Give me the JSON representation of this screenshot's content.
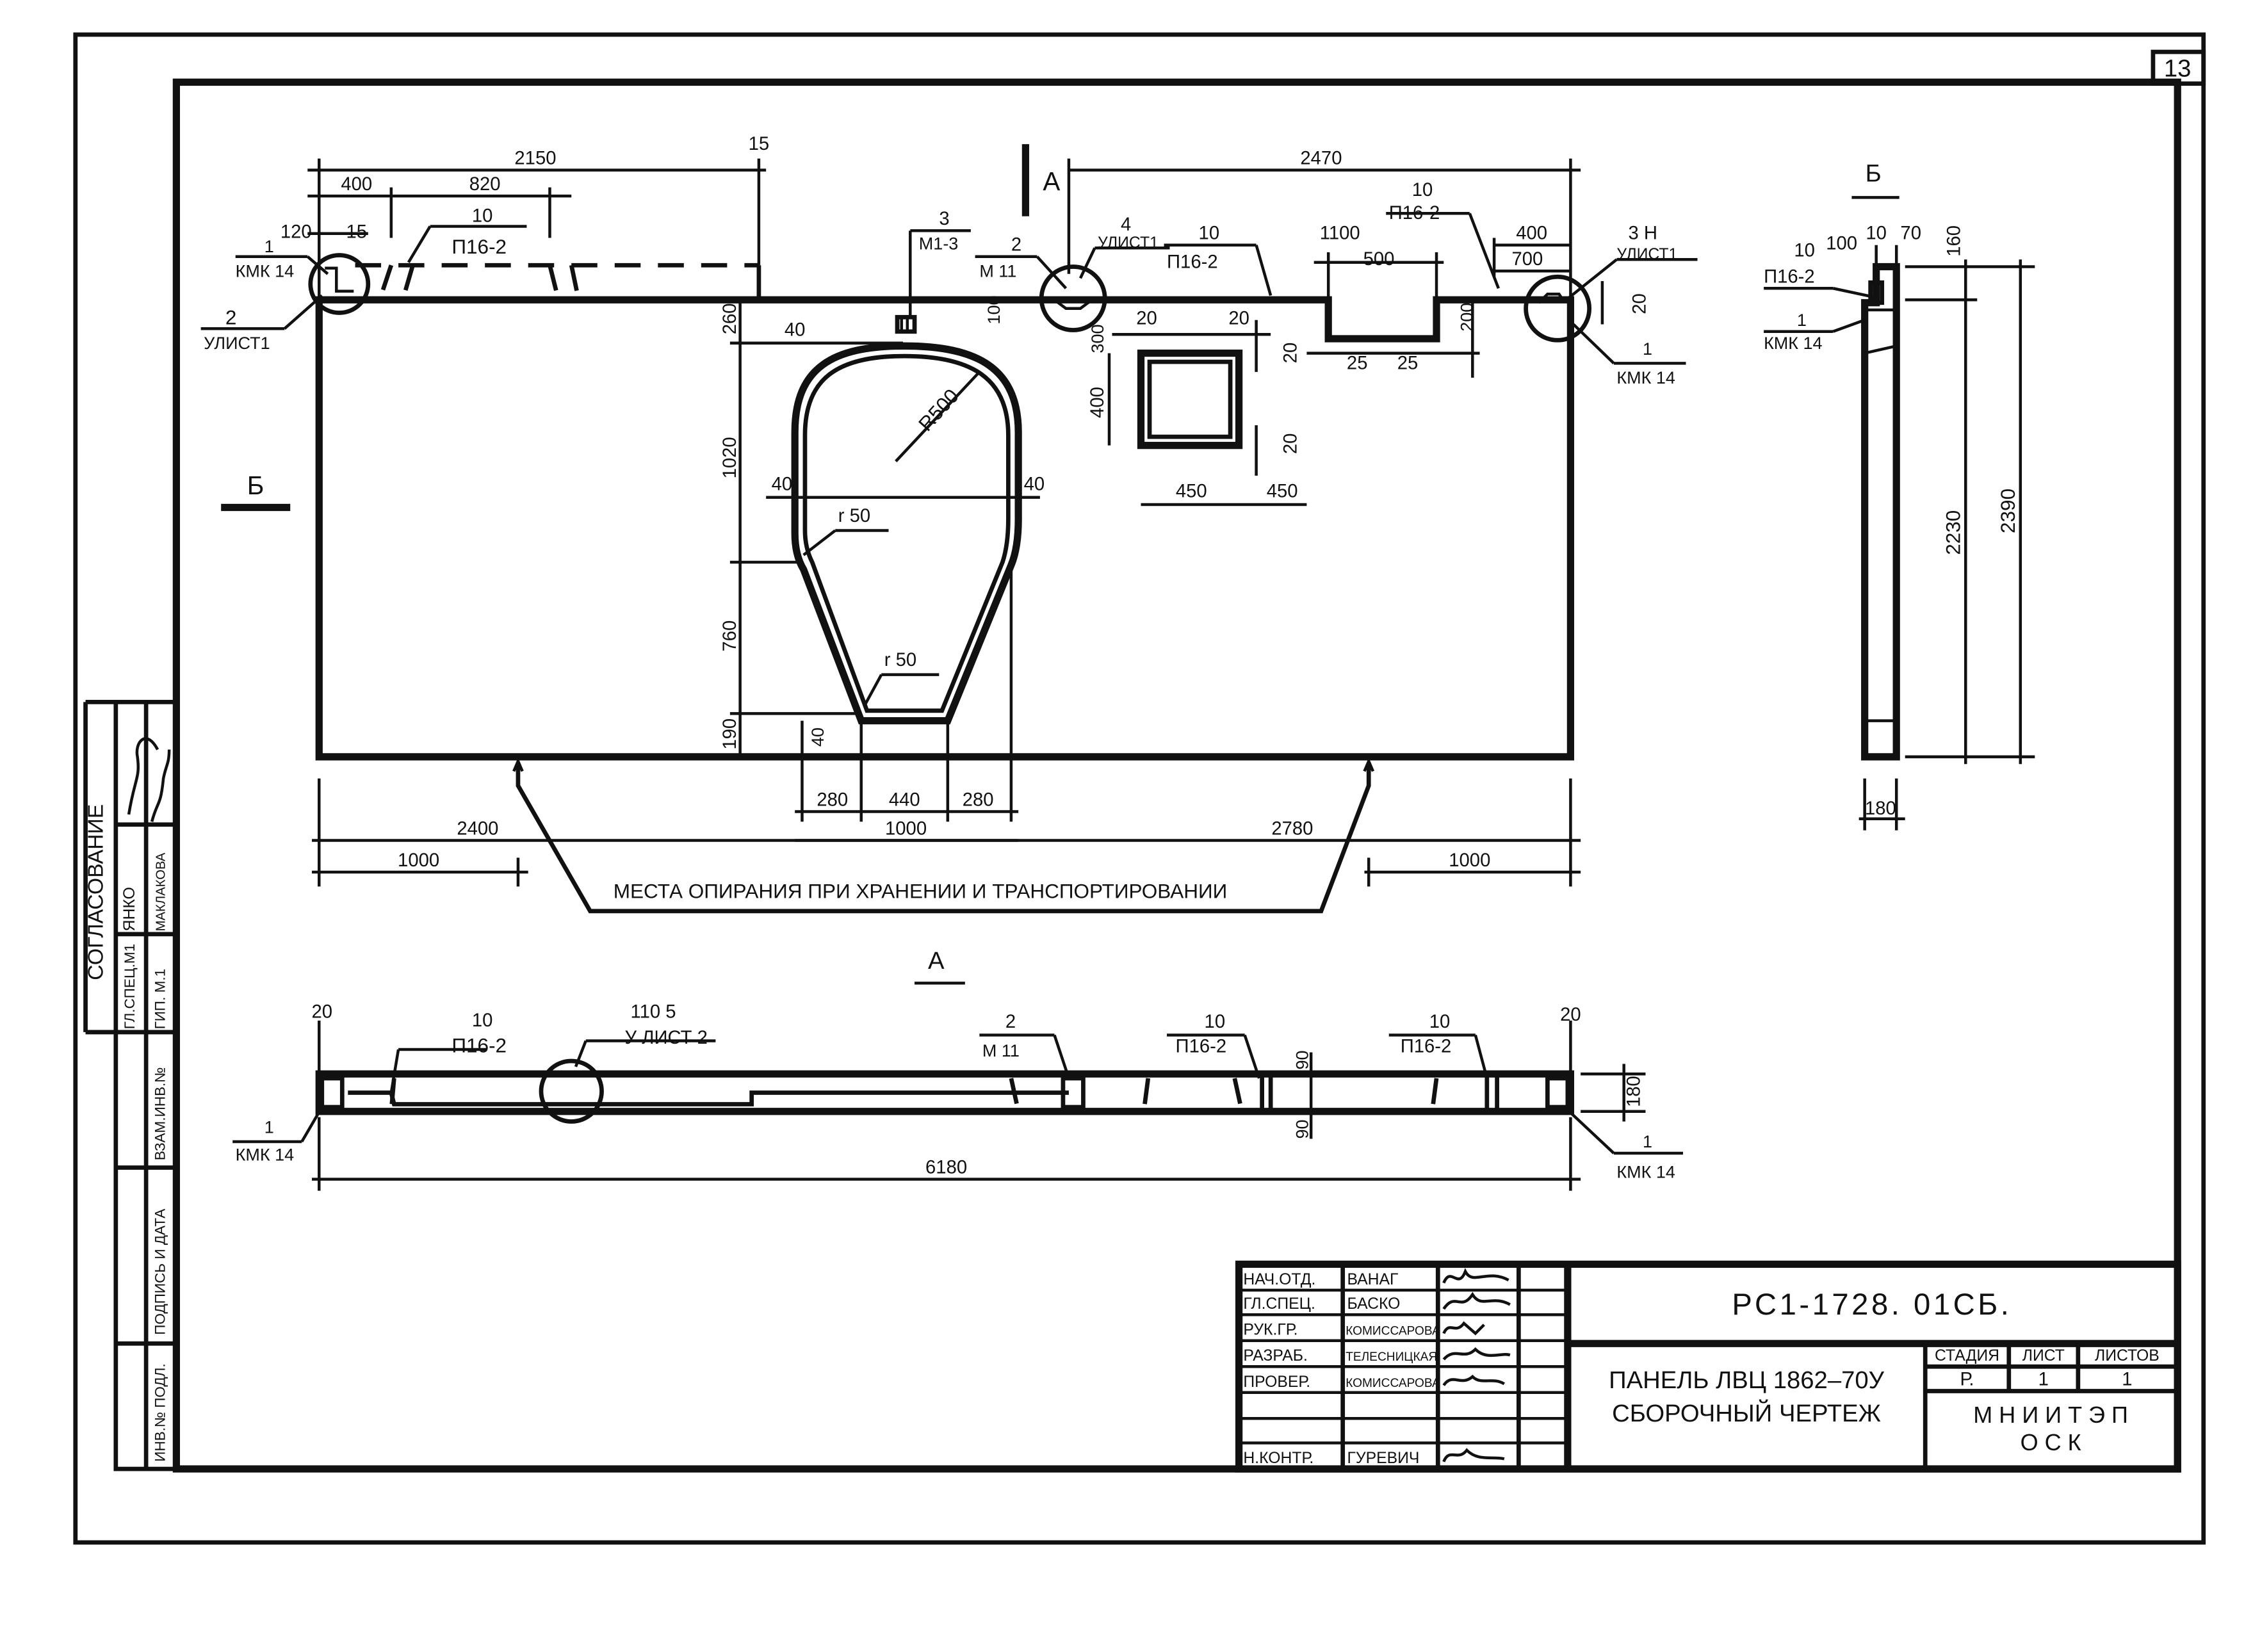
{
  "sheet": {
    "number": "13"
  },
  "side_stamp": {
    "soglasovanie": "СОГЛАСОВАНИЕ",
    "row1": [
      "ГЛ.СПЕЦ.М1",
      "ЯНКО"
    ],
    "row2": [
      "ГИП. М.1",
      "МАКЛАКОВА"
    ],
    "vzam": "ВЗАМ.ИНВ.№",
    "podpis": "ПОДПИСЬ И ДАТА",
    "inv": "ИНВ.№ ПОДЛ."
  },
  "main_view": {
    "dims_top": [
      "2150",
      "400",
      "820",
      "120",
      "15",
      "15",
      "2470",
      "1100",
      "500",
      "400",
      "700"
    ],
    "dims_window": [
      "20",
      "20",
      "300",
      "400",
      "20",
      "20",
      "450",
      "450",
      "25",
      "25",
      "200",
      "20"
    ],
    "dims_opening": [
      "260",
      "1020",
      "760",
      "190",
      "40",
      "40",
      "40",
      "40",
      "R500",
      "r 50",
      "r 50"
    ],
    "dims_bottom": [
      "280",
      "440",
      "280",
      "1000",
      "2400",
      "2780",
      "1000",
      "1000",
      "100"
    ],
    "callouts": {
      "kmk14_left": [
        "1",
        "КМК 14"
      ],
      "ulist_left": [
        "2",
        "УЛИСТ1"
      ],
      "p16_top": [
        "10",
        "П16-2"
      ],
      "m13": [
        "3",
        "М1-3"
      ],
      "m11": [
        "2",
        "М 11"
      ],
      "ulist_mid": [
        "4",
        "УЛИСТ1"
      ],
      "p16_mid": [
        "10",
        "П16-2"
      ],
      "p16_right": [
        "10",
        "П16-2"
      ],
      "ulist_right": [
        "3 Н",
        "УЛИСТ1"
      ],
      "kmk14_right": [
        "1",
        "КМК 14"
      ]
    },
    "section_a": "А",
    "section_b": "Б",
    "support_note": "МЕСТА ОПИРАНИЯ ПРИ ХРАНЕНИИ И ТРАНСПОРТИРОВАНИИ"
  },
  "view_a": {
    "title": "А",
    "dims": [
      "20",
      "20",
      "6180",
      "180",
      "90",
      "90"
    ],
    "callouts": {
      "kmk14_left": [
        "1",
        "КМК 14"
      ],
      "p16_1": [
        "10",
        "П16-2"
      ],
      "ulist2": [
        "110 5",
        "У ЛИСТ 2"
      ],
      "m11": [
        "2",
        "М 11"
      ],
      "p16_2": [
        "10",
        "П16-2"
      ],
      "p16_3": [
        "10",
        "П16-2"
      ],
      "kmk14_right": [
        "1",
        "КМК 14"
      ]
    }
  },
  "view_b": {
    "title": "Б",
    "dims": [
      "100",
      "10",
      "70",
      "160",
      "2230",
      "2390",
      "180"
    ],
    "callouts": {
      "p16": [
        "10",
        "П16-2"
      ],
      "kmk14": [
        "1",
        "КМК 14"
      ]
    }
  },
  "title_block": {
    "doc_code": "РС1-1728. 01СБ.",
    "rows": [
      [
        "НАЧ.ОТД.",
        "ВАНАГ"
      ],
      [
        "ГЛ.СПЕЦ.",
        "БАСКО"
      ],
      [
        "РУК.ГР.",
        "КОМИССАРОВА"
      ],
      [
        "РАЗРАБ.",
        "ТЕЛЕСНИЦКАЯ"
      ],
      [
        "ПРОВЕР.",
        "КОМИССАРОВА"
      ],
      [
        "",
        ""
      ],
      [
        "Н.КОНТР.",
        "ГУРЕВИЧ"
      ]
    ],
    "name_line1": "ПАНЕЛЬ ЛВЦ 1862–70У",
    "name_line2": "СБОРОЧНЫЙ ЧЕРТЕЖ",
    "stage_header": "СТАДИЯ",
    "sheet_header": "ЛИСТ",
    "sheets_header": "ЛИСТОВ",
    "stage": "Р.",
    "sheet": "1",
    "sheets": "1",
    "org_line1": "М Н И И Т Э П",
    "org_line2": "О С К"
  }
}
